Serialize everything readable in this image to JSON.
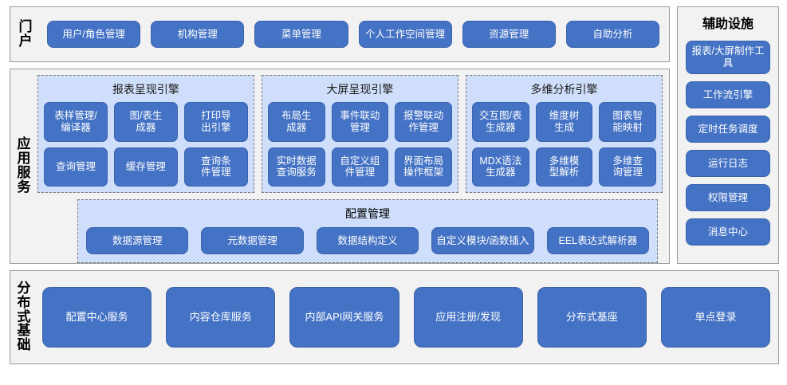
{
  "portal": {
    "label_chars": [
      "门",
      "户"
    ],
    "label": "门户",
    "buttons": [
      "用户/角色管理",
      "机构管理",
      "菜单管理",
      "个人工作空间管理",
      "资源管理",
      "自助分析"
    ]
  },
  "aux": {
    "title": "辅助设施",
    "buttons": [
      "报表/大屏制作工具",
      "工作流引擎",
      "定时任务调度",
      "运行日志",
      "权限管理",
      "消息中心"
    ]
  },
  "app_service": {
    "label_chars": [
      "应",
      "用",
      "服",
      "务"
    ],
    "label": "应用服务",
    "engines": [
      {
        "title": "报表呈现引擎",
        "items": [
          "表样管理/\n编译器",
          "图/表生\n成器",
          "打印导\n出引擎",
          "查询管理",
          "缓存管理",
          "查询条\n件管理"
        ]
      },
      {
        "title": "大屏呈现引擎",
        "items": [
          "布局生\n成器",
          "事件联动\n管理",
          "报警联动\n作管理",
          "实时数据\n查询服务",
          "自定义组\n件管理",
          "界面布局\n操作框架"
        ]
      },
      {
        "title": "多维分析引擎",
        "items": [
          "交互图/表\n生成器",
          "维度树\n生成",
          "图表智\n能映射",
          "MDX语法\n生成器",
          "多维模\n型解析",
          "多维查\n询管理"
        ]
      }
    ],
    "config": {
      "title": "配置管理",
      "buttons": [
        "数据源管理",
        "元数据管理",
        "数据结构定义",
        "自定义模块/函数插入",
        "EEL表达式解析器"
      ]
    }
  },
  "base": {
    "label_chars": [
      "分",
      "布",
      "式",
      "基",
      "础"
    ],
    "label": "分布式基础",
    "buttons": [
      "配置中心服务",
      "内容仓库服务",
      "内部API网关服务",
      "应用注册/发现",
      "分布式基座",
      "单点登录"
    ]
  },
  "colors": {
    "button_blue": "#4472c4",
    "group_blue": "#cfdefa",
    "panel_gray": "#f2f2f2",
    "panel_border": "#9a9a9a"
  }
}
